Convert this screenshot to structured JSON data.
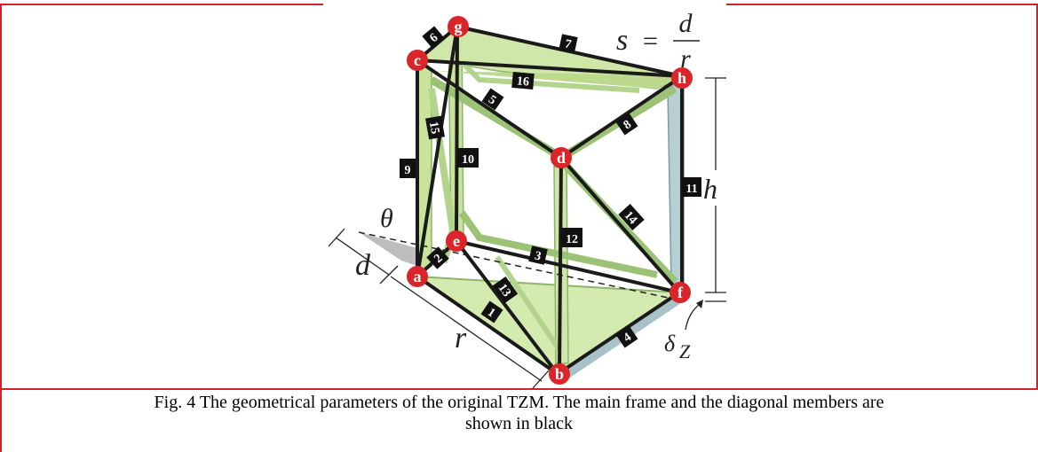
{
  "caption": {
    "line1": "Fig. 4 The geometrical parameters of the original TZM. The main frame and the diagonal members are",
    "line2": "shown in black"
  },
  "formula": {
    "lhs": "s",
    "eq": "=",
    "num": "d",
    "den": "r"
  },
  "params": {
    "theta": "θ",
    "d": "d",
    "r": "r",
    "h": "h",
    "delta": "δ",
    "z": "Z"
  },
  "nodes": {
    "a": "a",
    "b": "b",
    "c": "c",
    "d": "d",
    "e": "e",
    "f": "f",
    "g": "g",
    "h": "h"
  },
  "members": {
    "m1": "1",
    "m2": "2",
    "m3": "3",
    "m4": "4",
    "m5": "5",
    "m6": "6",
    "m7": "7",
    "m8": "8",
    "m9": "9",
    "m10": "10",
    "m11": "11",
    "m12": "12",
    "m13": "13",
    "m14": "14",
    "m15": "15",
    "m16": "16"
  },
  "colors": {
    "border": "#d0242b",
    "node": "#d8262b",
    "member": "#1a1a1a",
    "panel_fill": "#cfe7a8",
    "panel_edge": "#8fb36a",
    "shadow_fill": "#a9c2c8"
  }
}
